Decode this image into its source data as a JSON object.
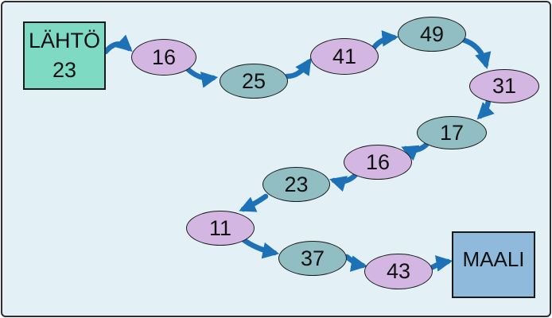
{
  "diagram": {
    "start": {
      "label": "LÄHTÖ",
      "value": "23"
    },
    "finish": {
      "label": "MAALI"
    },
    "nodes": [
      {
        "label": "16",
        "color": "purple"
      },
      {
        "label": "25",
        "color": "teal"
      },
      {
        "label": "41",
        "color": "purple"
      },
      {
        "label": "49",
        "color": "teal"
      },
      {
        "label": "31",
        "color": "purple"
      },
      {
        "label": "17",
        "color": "teal"
      },
      {
        "label": "16",
        "color": "purple"
      },
      {
        "label": "23",
        "color": "teal"
      },
      {
        "label": "11",
        "color": "purple"
      },
      {
        "label": "37",
        "color": "teal"
      },
      {
        "label": "43",
        "color": "purple"
      }
    ],
    "sequence": "LÄHTÖ 23 → 16 → 25 → 41 → 49 → 31 → 17 → 16 → 23 → 11 → 37 → 43 → MAALI",
    "colors": {
      "background": "#e3f1f6",
      "frame_border": "#2e2e2e",
      "node_purple": "#d3b6e1",
      "node_teal": "#90bec2",
      "node_border": "#1a1a1a",
      "start_fill": "#7edac2",
      "finish_fill": "#8fbadb",
      "arrow": "#1d72b7",
      "text": "#111111"
    }
  }
}
